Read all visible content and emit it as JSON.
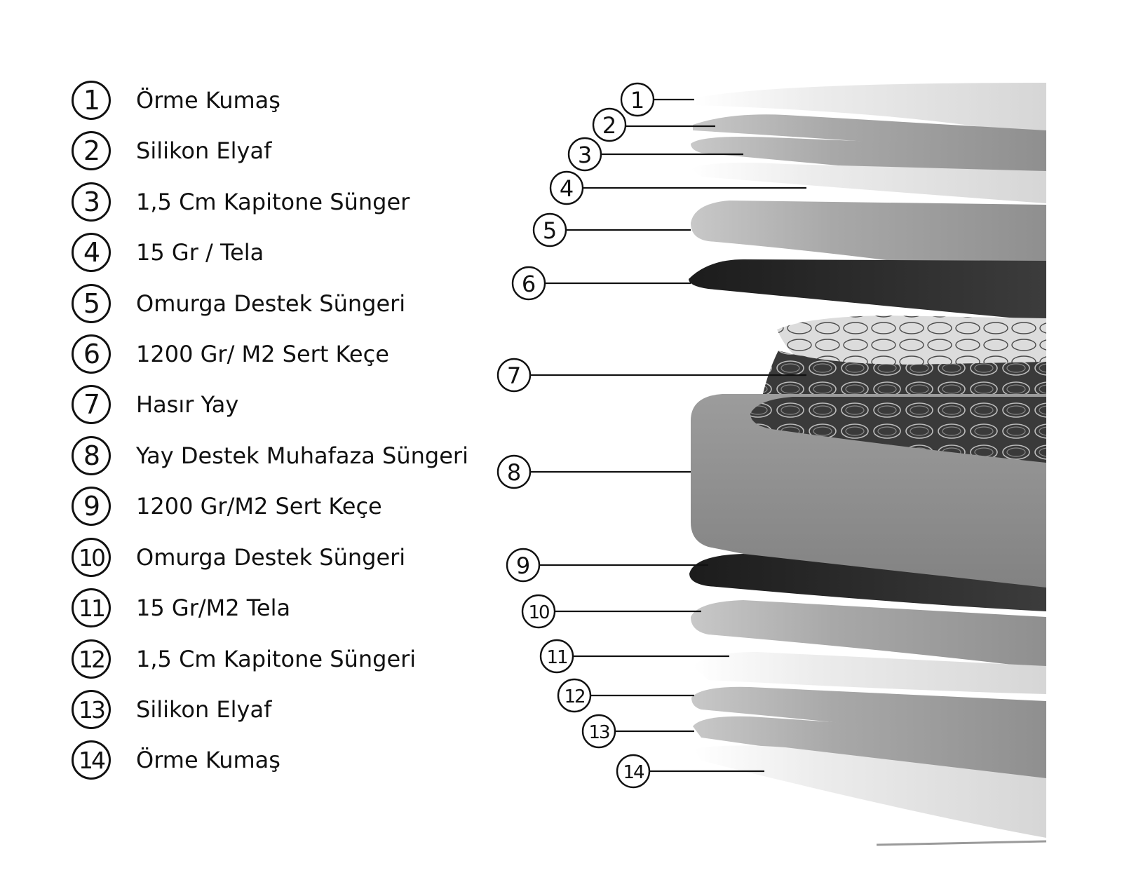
{
  "legend": [
    {
      "num": "1",
      "label": "Örme Kumaş"
    },
    {
      "num": "2",
      "label": "Silikon Elyaf"
    },
    {
      "num": "3",
      "label": "1,5 Cm Kapitone Sünger"
    },
    {
      "num": "4",
      "label": "15 Gr / Tela"
    },
    {
      "num": "5",
      "label": "Omurga Destek Süngeri"
    },
    {
      "num": "6",
      "label": "1200 Gr/ M2 Sert Keçe"
    },
    {
      "num": "7",
      "label": "Hasır Yay"
    },
    {
      "num": "8",
      "label": "Yay Destek Muhafaza Süngeri"
    },
    {
      "num": "9",
      "label": "1200 Gr/M2 Sert Keçe"
    },
    {
      "num": "10",
      "label": "Omurga Destek Süngeri"
    },
    {
      "num": "11",
      "label": "15 Gr/M2 Tela"
    },
    {
      "num": "12",
      "label": "1,5 Cm Kapitone Süngeri"
    },
    {
      "num": "13",
      "label": "Silikon Elyaf"
    },
    {
      "num": "14",
      "label": "Örme Kumaş"
    }
  ],
  "callouts": [
    "1",
    "2",
    "3",
    "4",
    "5",
    "6",
    "7",
    "8",
    "9",
    "10",
    "11",
    "12",
    "13",
    "14"
  ],
  "colors": {
    "ink": "#111111",
    "light_layer": "#e6e6e6",
    "mid_layer": "#9a9a9a",
    "foam_gray": "#8c8c8c",
    "felt_dark": "#2b2b2b",
    "spring_bg": "#3a3a3a"
  }
}
